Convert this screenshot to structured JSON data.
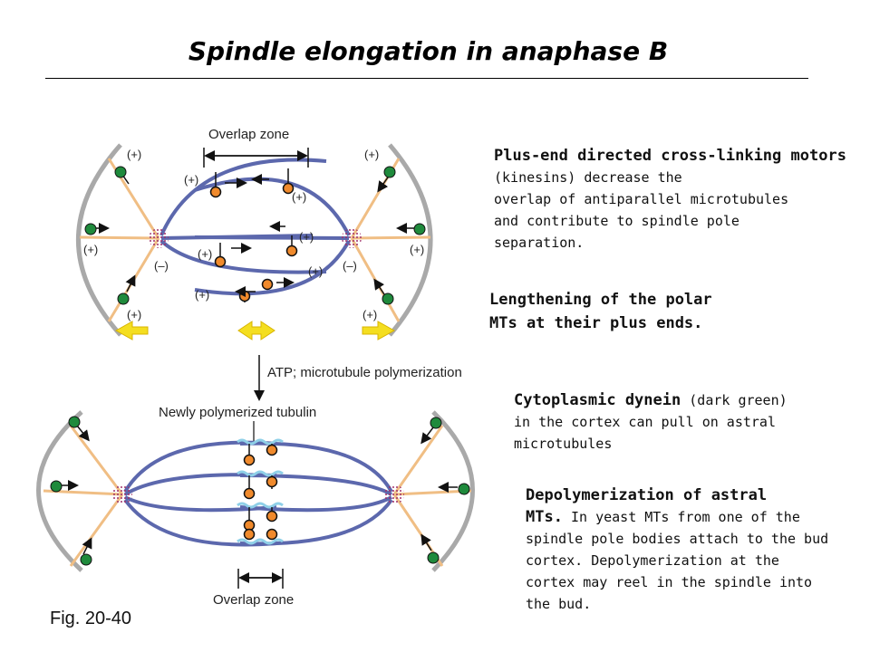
{
  "title": "Spindle elongation in anaphase B",
  "figure_label": "Fig. 20-40",
  "diagram": {
    "top_overlap_label": "Overlap zone",
    "process_arrow_label": "ATP; microtubule polymerization",
    "newly_polymerized_label": "Newly polymerized tubulin",
    "bottom_overlap_label": "Overlap zone",
    "plus_sign": "(+)",
    "minus_sign": "(–)"
  },
  "notes": {
    "kinesin": {
      "bold": "Plus-end directed cross-linking motors",
      "line1_rest": " (kinesins) decrease the",
      "line2": "overlap of antiparallel microtubules",
      "line3": "and contribute to spindle pole",
      "line4": "separation."
    },
    "polar": {
      "line1": "Lengthening of the polar",
      "line2": "MTs at their plus ends."
    },
    "dynein": {
      "bold": "Cytoplasmic dynein",
      "rest": " (dark green)",
      "line2": "in the cortex can pull on astral",
      "line3": "microtubules"
    },
    "astral": {
      "bold1": "Depolymerization of astral",
      "bold2": "MTs.",
      "rest2": " In yeast MTs from one of the",
      "line3": "spindle pole bodies attach to the bud",
      "line4": "cortex. Depolymerization at the",
      "line5": "cortex may reel in the spindle into",
      "line6": "the bud."
    }
  },
  "colors": {
    "microtubule": "#5c68ad",
    "astral": "#f0be84",
    "cortex": "#a9a9a9",
    "motor": "#f08a2c",
    "dynein": "#1f8a3c",
    "pole": "#a0306a",
    "arrow_yellow": "#f4de20",
    "new_tubulin": "#8fd0e8"
  }
}
